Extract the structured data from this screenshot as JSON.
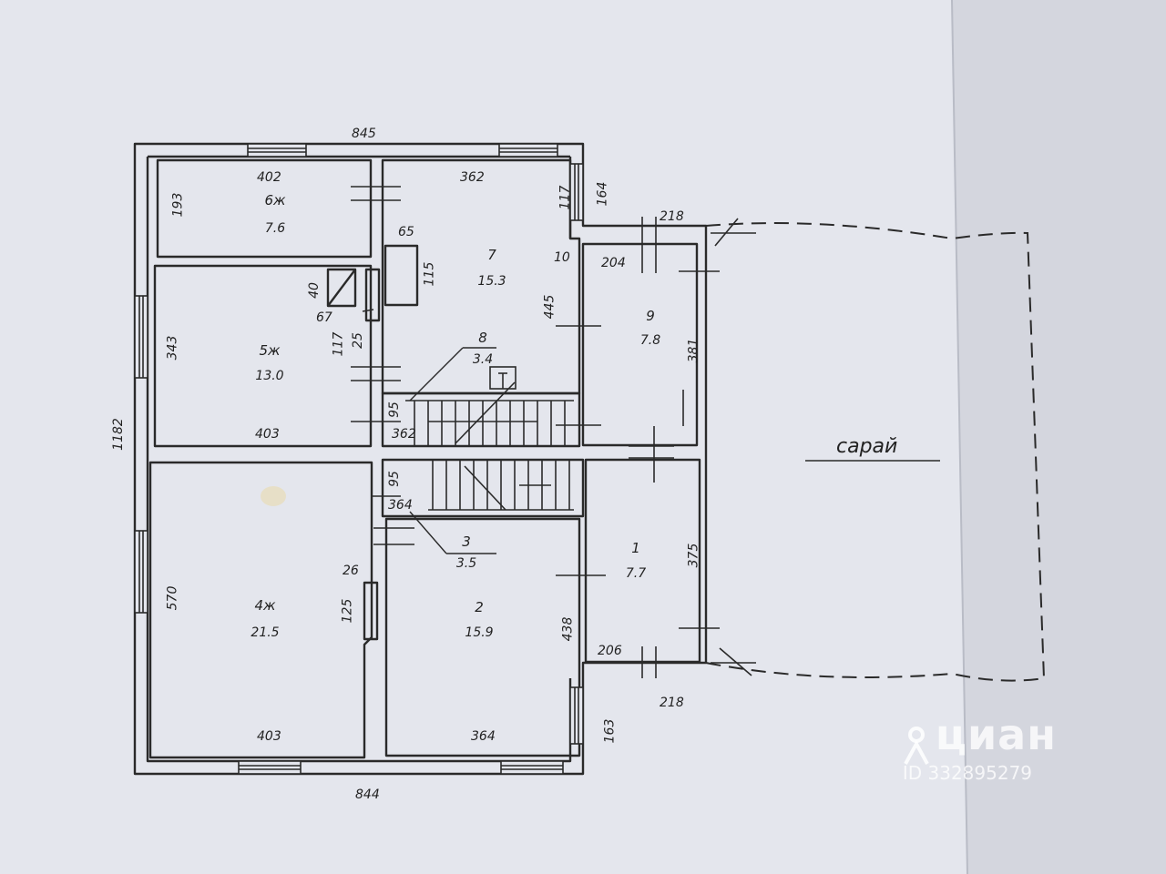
{
  "rooms": [
    {
      "number": "6ж",
      "area": "7.6"
    },
    {
      "number": "7",
      "area": "15.3"
    },
    {
      "number": "9",
      "area": "7.8"
    },
    {
      "number": "5ж",
      "area": "13.0"
    },
    {
      "number": "8",
      "area": "3.4"
    },
    {
      "number": "4ж",
      "area": "21.5"
    },
    {
      "number": "3",
      "area": "3.5"
    },
    {
      "number": "2",
      "area": "15.9"
    },
    {
      "number": "1",
      "area": "7.7"
    }
  ],
  "dimensions": {
    "top_total": "845",
    "bottom_total": "844",
    "left_total": "1182",
    "r6_width": "402",
    "r6_height": "193",
    "r7_width": "362",
    "r7_height": "445",
    "niche_117_top": "117",
    "jog_164": "164",
    "shed_218_top": "218",
    "r9_width": "204",
    "r9_height": "381",
    "wall_10": "10",
    "closet_65": "65",
    "closet_115": "115",
    "r5_height": "343",
    "r5_width": "403",
    "cab_40": "40",
    "cab_67": "67",
    "cab_117": "117",
    "cab_25": "25",
    "stair_95_a": "95",
    "stair_362": "362",
    "stair_95_b": "95",
    "stair_364": "364",
    "r4_height": "570",
    "r4_width": "403",
    "cab_26": "26",
    "cab_125": "125",
    "r2_height": "438",
    "r2_width": "364",
    "r1_height": "375",
    "r1_width": "206",
    "shed_218_bottom": "218",
    "jog_163": "163"
  },
  "shed_label": "сарай",
  "watermark": {
    "brand": "циан",
    "id": "ID 332895279"
  },
  "colors": {
    "paper": "#e6e8ee",
    "ink": "#2a2a2a",
    "background": "#cfd1d9"
  }
}
